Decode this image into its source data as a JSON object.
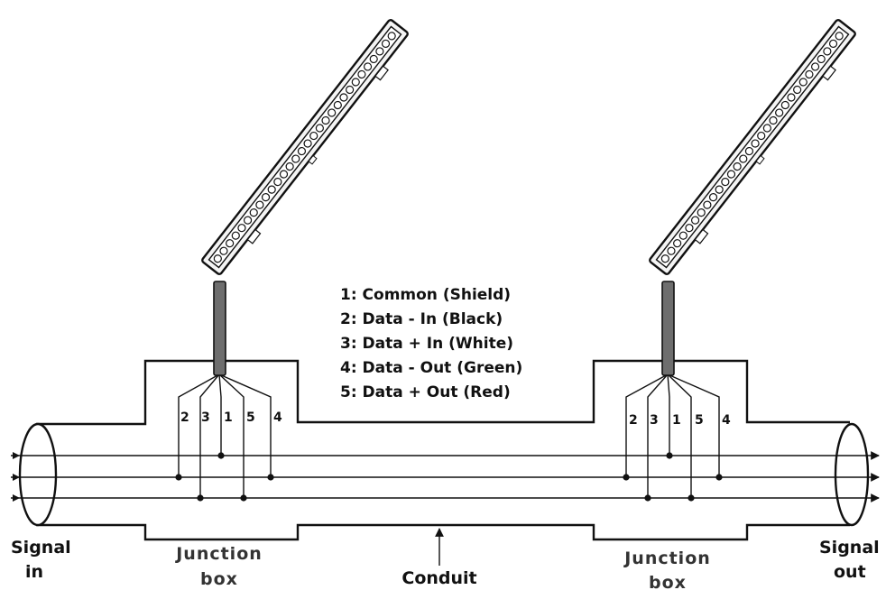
{
  "legend": {
    "items": [
      "1: Common (Shield)",
      "2: Data - In (Black)",
      "3: Data + In (White)",
      "4: Data - Out (Green)",
      "5: Data + Out (Red)"
    ]
  },
  "wire_numbers": [
    "2",
    "3",
    "1",
    "5",
    "4"
  ],
  "labels": {
    "signal_in_line1": "Signal",
    "signal_in_line2": "in",
    "signal_out_line1": "Signal",
    "signal_out_line2": "out",
    "junction_line1": "Junction",
    "junction_line2": "box",
    "conduit": "Conduit"
  },
  "colors": {
    "line": "#111111",
    "cable": "#6e6e6e",
    "fixture_body": "#f4f4f4"
  },
  "icons": [
    "led-bar-fixture-icon",
    "signal-arrow-icon"
  ]
}
